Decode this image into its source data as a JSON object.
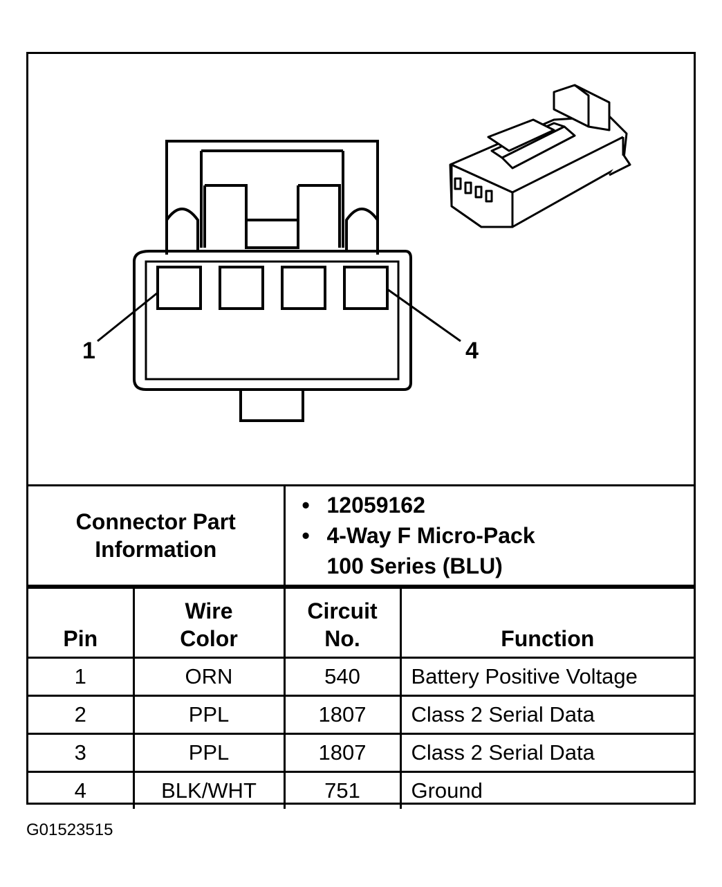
{
  "diagram": {
    "pin_labels": [
      "1",
      "4"
    ]
  },
  "connector_info": {
    "label": "Connector Part Information",
    "values": [
      "12059162",
      "4-Way F Micro-Pack 100 Series (BLU)"
    ]
  },
  "pin_table": {
    "headers": [
      "Pin",
      "Wire Color",
      "Circuit No.",
      "Function"
    ],
    "rows": [
      {
        "pin": "1",
        "wire_color": "ORN",
        "circuit": "540",
        "function": "Battery Positive Voltage"
      },
      {
        "pin": "2",
        "wire_color": "PPL",
        "circuit": "1807",
        "function": "Class 2 Serial Data"
      },
      {
        "pin": "3",
        "wire_color": "PPL",
        "circuit": "1807",
        "function": "Class 2 Serial Data"
      },
      {
        "pin": "4",
        "wire_color": "BLK/WHT",
        "circuit": "751",
        "function": "Ground"
      }
    ]
  },
  "figure_id": "G01523515"
}
